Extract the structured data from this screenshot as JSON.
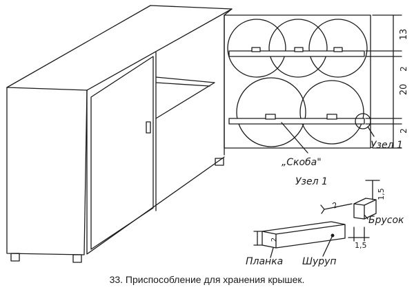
{
  "figure": {
    "caption": "33. Приспособление для хранения крышек.",
    "labels": {
      "skoba": "„Скоба\"",
      "uzel_marker": "Узел 1",
      "uzel_title": "Узел 1",
      "brusok": "Брусок",
      "planka": "Планка",
      "shurup": "Шуруп"
    },
    "dimensions_vertical": [
      "13",
      "2",
      "20",
      "2"
    ],
    "detail_dimensions": {
      "top_height": "1,5",
      "gap": "2",
      "plank_height": "2",
      "block_width": "1,5"
    }
  }
}
